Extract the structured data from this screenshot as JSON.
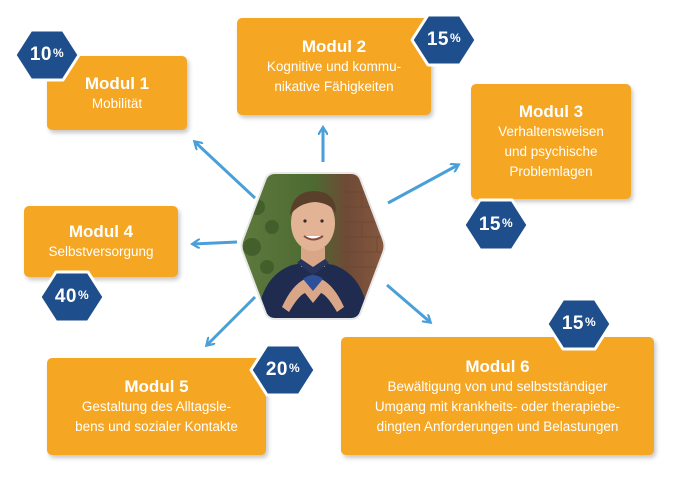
{
  "center": {
    "image": "photo-of-young-man-making-heart-gesture"
  },
  "colors": {
    "box": "#f5a623",
    "badge": "#1e4e8c",
    "badge_border": "#ffffff",
    "arrow": "#4a9fd8"
  },
  "modules": [
    {
      "title": "Modul 1",
      "lines": [
        "Mobilität"
      ],
      "percent": "10",
      "unit": "%"
    },
    {
      "title": "Modul 2",
      "lines": [
        "Kognitive und kommu-",
        "nikative Fähigkeiten"
      ],
      "percent": "15",
      "unit": "%"
    },
    {
      "title": "Modul 3",
      "lines": [
        "Verhaltensweisen",
        "und psychische",
        "Problemlagen"
      ],
      "percent": "15",
      "unit": "%"
    },
    {
      "title": "Modul 4",
      "lines": [
        "Selbstversorgung"
      ],
      "percent": "40",
      "unit": "%"
    },
    {
      "title": "Modul 5",
      "lines": [
        "Gestaltung des Alltagsle-",
        "bens und sozialer Kontakte"
      ],
      "percent": "20",
      "unit": "%"
    },
    {
      "title": "Modul 6",
      "lines": [
        "Bewältigung von und selbstständiger",
        "Umgang mit krankheits- oder therapiebe-",
        "dingten Anforderungen und Belastungen"
      ],
      "percent": "15",
      "unit": "%"
    }
  ]
}
